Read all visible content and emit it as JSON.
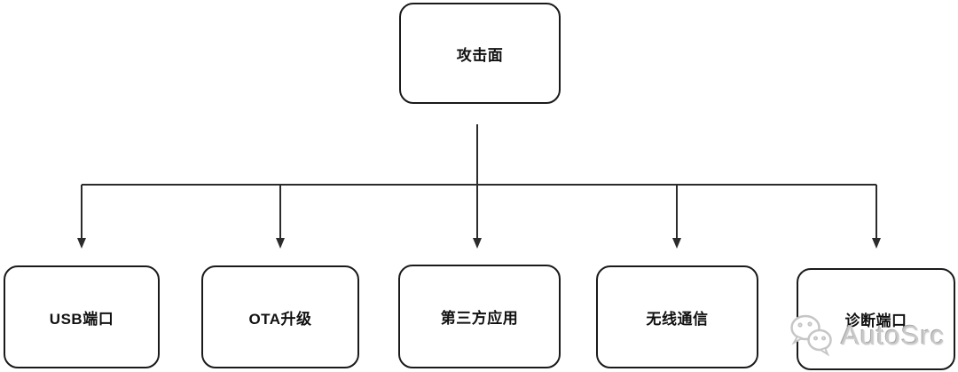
{
  "diagram": {
    "root": {
      "label": "攻击面"
    },
    "children": [
      {
        "label": "USB端口"
      },
      {
        "label": "OTA升级"
      },
      {
        "label": "第三方应用"
      },
      {
        "label": "无线通信"
      },
      {
        "label": "诊断端口"
      }
    ]
  },
  "watermark": {
    "brand": "AutoSrc",
    "icon": "wechat-icon"
  },
  "colors": {
    "line": "#2b2b2b",
    "node_border": "#1a1a1a",
    "background": "#ffffff",
    "watermark_gray": "#c9c9c9"
  }
}
